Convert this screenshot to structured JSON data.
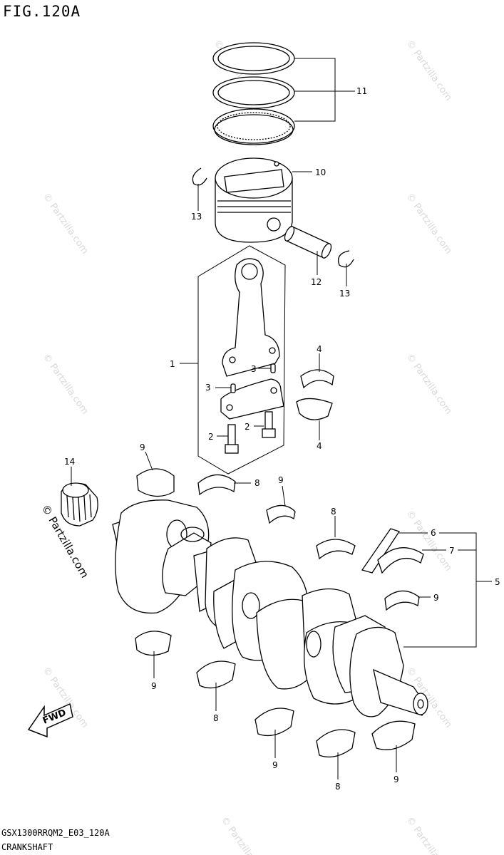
{
  "figure": {
    "title": "FIG.120A",
    "code": "GSX1300RRQM2_E03_120A",
    "name": "CRANKSHAFT"
  },
  "watermark": {
    "text": "© Partzilla.com"
  },
  "direction": {
    "label": "FWD"
  },
  "callouts": {
    "c1": "1",
    "c2a": "2",
    "c2b": "2",
    "c3a": "3",
    "c3b": "3",
    "c4a": "4",
    "c4b": "4",
    "c5": "5",
    "c6": "6",
    "c7": "7",
    "c8a": "8",
    "c8b": "8",
    "c8c": "8",
    "c8d": "8",
    "c9a": "9",
    "c9b": "9",
    "c9c": "9",
    "c9d": "9",
    "c9e": "9",
    "c9f": "9",
    "c10": "10",
    "c11": "11",
    "c12": "12",
    "c13a": "13",
    "c13b": "13",
    "c14": "14"
  }
}
